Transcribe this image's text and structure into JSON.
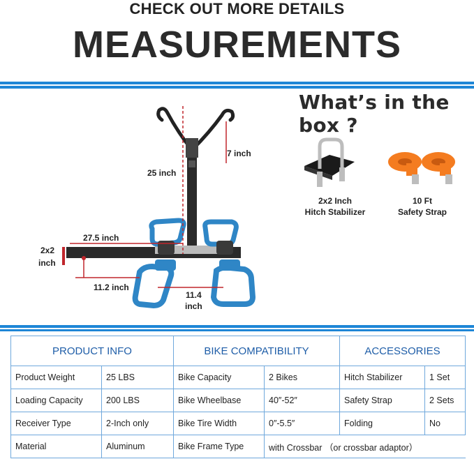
{
  "header": {
    "subtitle": "CHECK OUT MORE DETAILS",
    "title": "MEASUREMENTS"
  },
  "box_title": "What’s in the box ?",
  "measurements": {
    "height_arm": "7 inch",
    "height_mast": "25 inch",
    "length": "27.5 inch",
    "receiver_line1": "2x2",
    "receiver_line2": "inch",
    "offset": "11.2 inch",
    "tray_span_line1": "11.4",
    "tray_span_line2": "inch"
  },
  "accessories_box": [
    {
      "line1": "2x2 Inch",
      "line2": "Hitch Stabilizer",
      "icon": "hitch-stabilizer-icon"
    },
    {
      "line1": "10 Ft",
      "line2": "Safety Strap",
      "icon": "safety-strap-icon"
    }
  ],
  "colors": {
    "accent_blue": "#1e86d6",
    "rack_blue": "#2f86c6",
    "measure_red": "#c0262c",
    "strap_orange": "#f47c20",
    "table_heading": "#1f5ea8"
  },
  "table": {
    "headings": [
      "PRODUCT INFO",
      "BIKE COMPATIBILITY",
      "ACCESSORIES"
    ],
    "rows": [
      [
        "Product Weight",
        "25 LBS",
        "Bike Capacity",
        "2 Bikes",
        "Hitch Stabilizer",
        "1 Set"
      ],
      [
        "Loading Capacity",
        "200 LBS",
        "Bike Wheelbase",
        "40″-52″",
        "Safety Strap",
        "2 Sets"
      ],
      [
        "Receiver Type",
        "2-Inch only",
        "Bike Tire Width",
        "0″-5.5″",
        "Folding",
        "No"
      ],
      [
        "Material",
        "Aluminum",
        "Bike Frame Type",
        "with Crossbar （or crossbar adaptor）",
        "",
        ""
      ]
    ]
  }
}
